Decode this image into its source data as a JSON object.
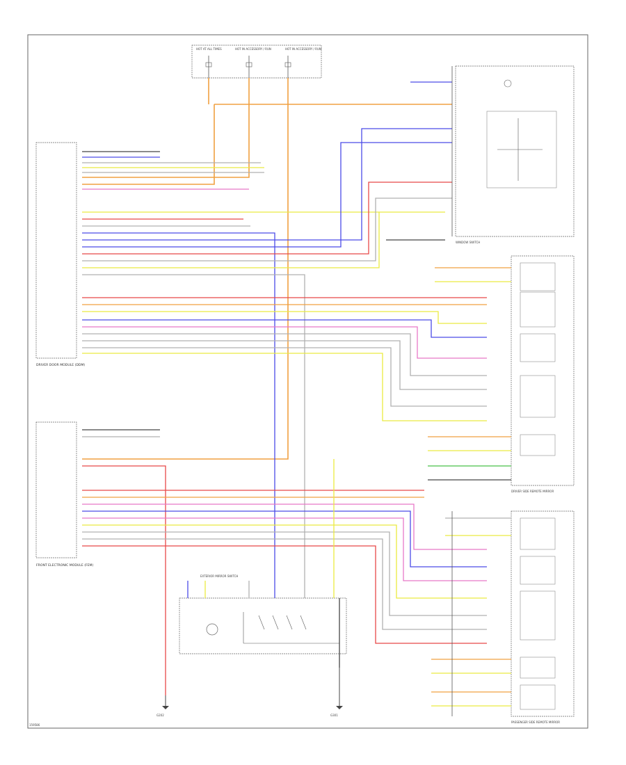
{
  "colors": {
    "border": "#666666",
    "orange": "#f0a040",
    "blue": "#4a4ae8",
    "red": "#e84848",
    "pink": "#e878c8",
    "yellow": "#eaea40",
    "gray": "#b0b0b0",
    "green": "#48c048",
    "dark": "#444444"
  },
  "labels": {
    "fuse_1": "HOT AT ALL TIMES",
    "fuse_2": "HOT IN ACCESSORY / RUN",
    "fuse_3": "HOT IN ACCESSORY / RUN",
    "driver_door_module": "DRIVER DOOR MODULE (DDM)",
    "front_electronic_module": "FRONT ELECTRONIC MODULE (FEM)",
    "exterior_mirror_switch": "EXTERIOR MIRROR SWITCH",
    "driver_side_mirror": "DRIVER SIDE REMOTE MIRROR",
    "passenger_side_mirror": "PASSENGER SIDE REMOTE MIRROR",
    "window_switch": "WINDOW SWITCH",
    "ground_left": "G202",
    "ground_right": "G301",
    "footer": "159586"
  }
}
